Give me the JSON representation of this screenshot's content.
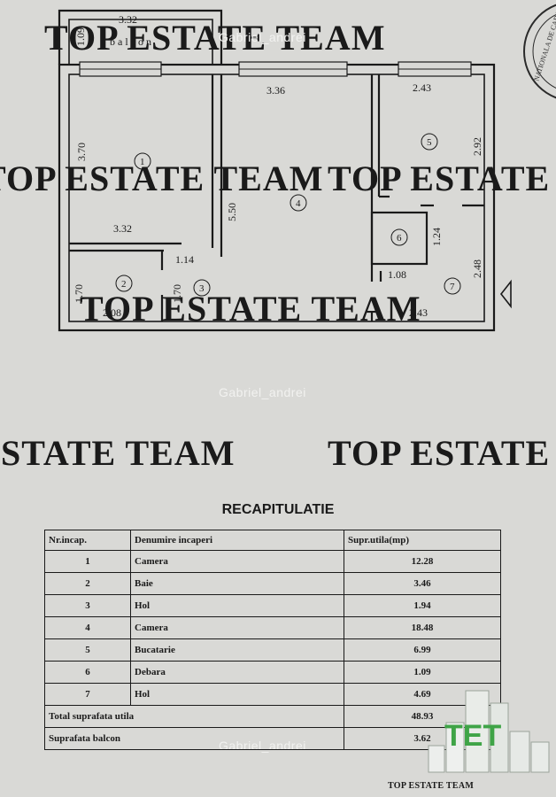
{
  "watermark": {
    "brand": "TOP ESTATE TEAM",
    "author": "Gabriel_andrei"
  },
  "plan": {
    "balcony_label": "balcon",
    "dims": {
      "balcony_w": "3.32",
      "balcony_h": "1.09",
      "r1_top": "3.36",
      "r5_top": "2.43",
      "r1_h": "3.70",
      "r1_w": "3.32",
      "r4_h": "5.50",
      "r5_h": "2.92",
      "r6_h": "1.24",
      "r6_w": "1.08",
      "r7_h": "2.48",
      "hall3_w": "1.14",
      "bath_h": "1.70",
      "hall3_h": "1.70",
      "bath_w": "2.08",
      "r7_w": "2.43"
    },
    "rooms": [
      "1",
      "2",
      "3",
      "4",
      "5",
      "6",
      "7"
    ]
  },
  "recap": {
    "title": "RECAPITULATIE",
    "headers": [
      "Nr.incap.",
      "Denumire incaperi",
      "Supr.utila(mp)"
    ],
    "rows": [
      {
        "nr": "1",
        "name": "Camera",
        "area": "12.28"
      },
      {
        "nr": "2",
        "name": "Baie",
        "area": "3.46"
      },
      {
        "nr": "3",
        "name": "Hol",
        "area": "1.94"
      },
      {
        "nr": "4",
        "name": "Camera",
        "area": "18.48"
      },
      {
        "nr": "5",
        "name": "Bucatarie",
        "area": "6.99"
      },
      {
        "nr": "6",
        "name": "Debara",
        "area": "1.09"
      },
      {
        "nr": "7",
        "name": "Hol",
        "area": "4.69"
      }
    ],
    "total_label": "Total suprafata utila",
    "total_value": "48.93",
    "balcony_label": "Suprafata balcon",
    "balcony_value": "3.62"
  },
  "stamp": {
    "text": "NATIONALA DE CADASTRU"
  },
  "logo": {
    "text": "TOP ESTATE TEAM",
    "mark": "TET"
  }
}
